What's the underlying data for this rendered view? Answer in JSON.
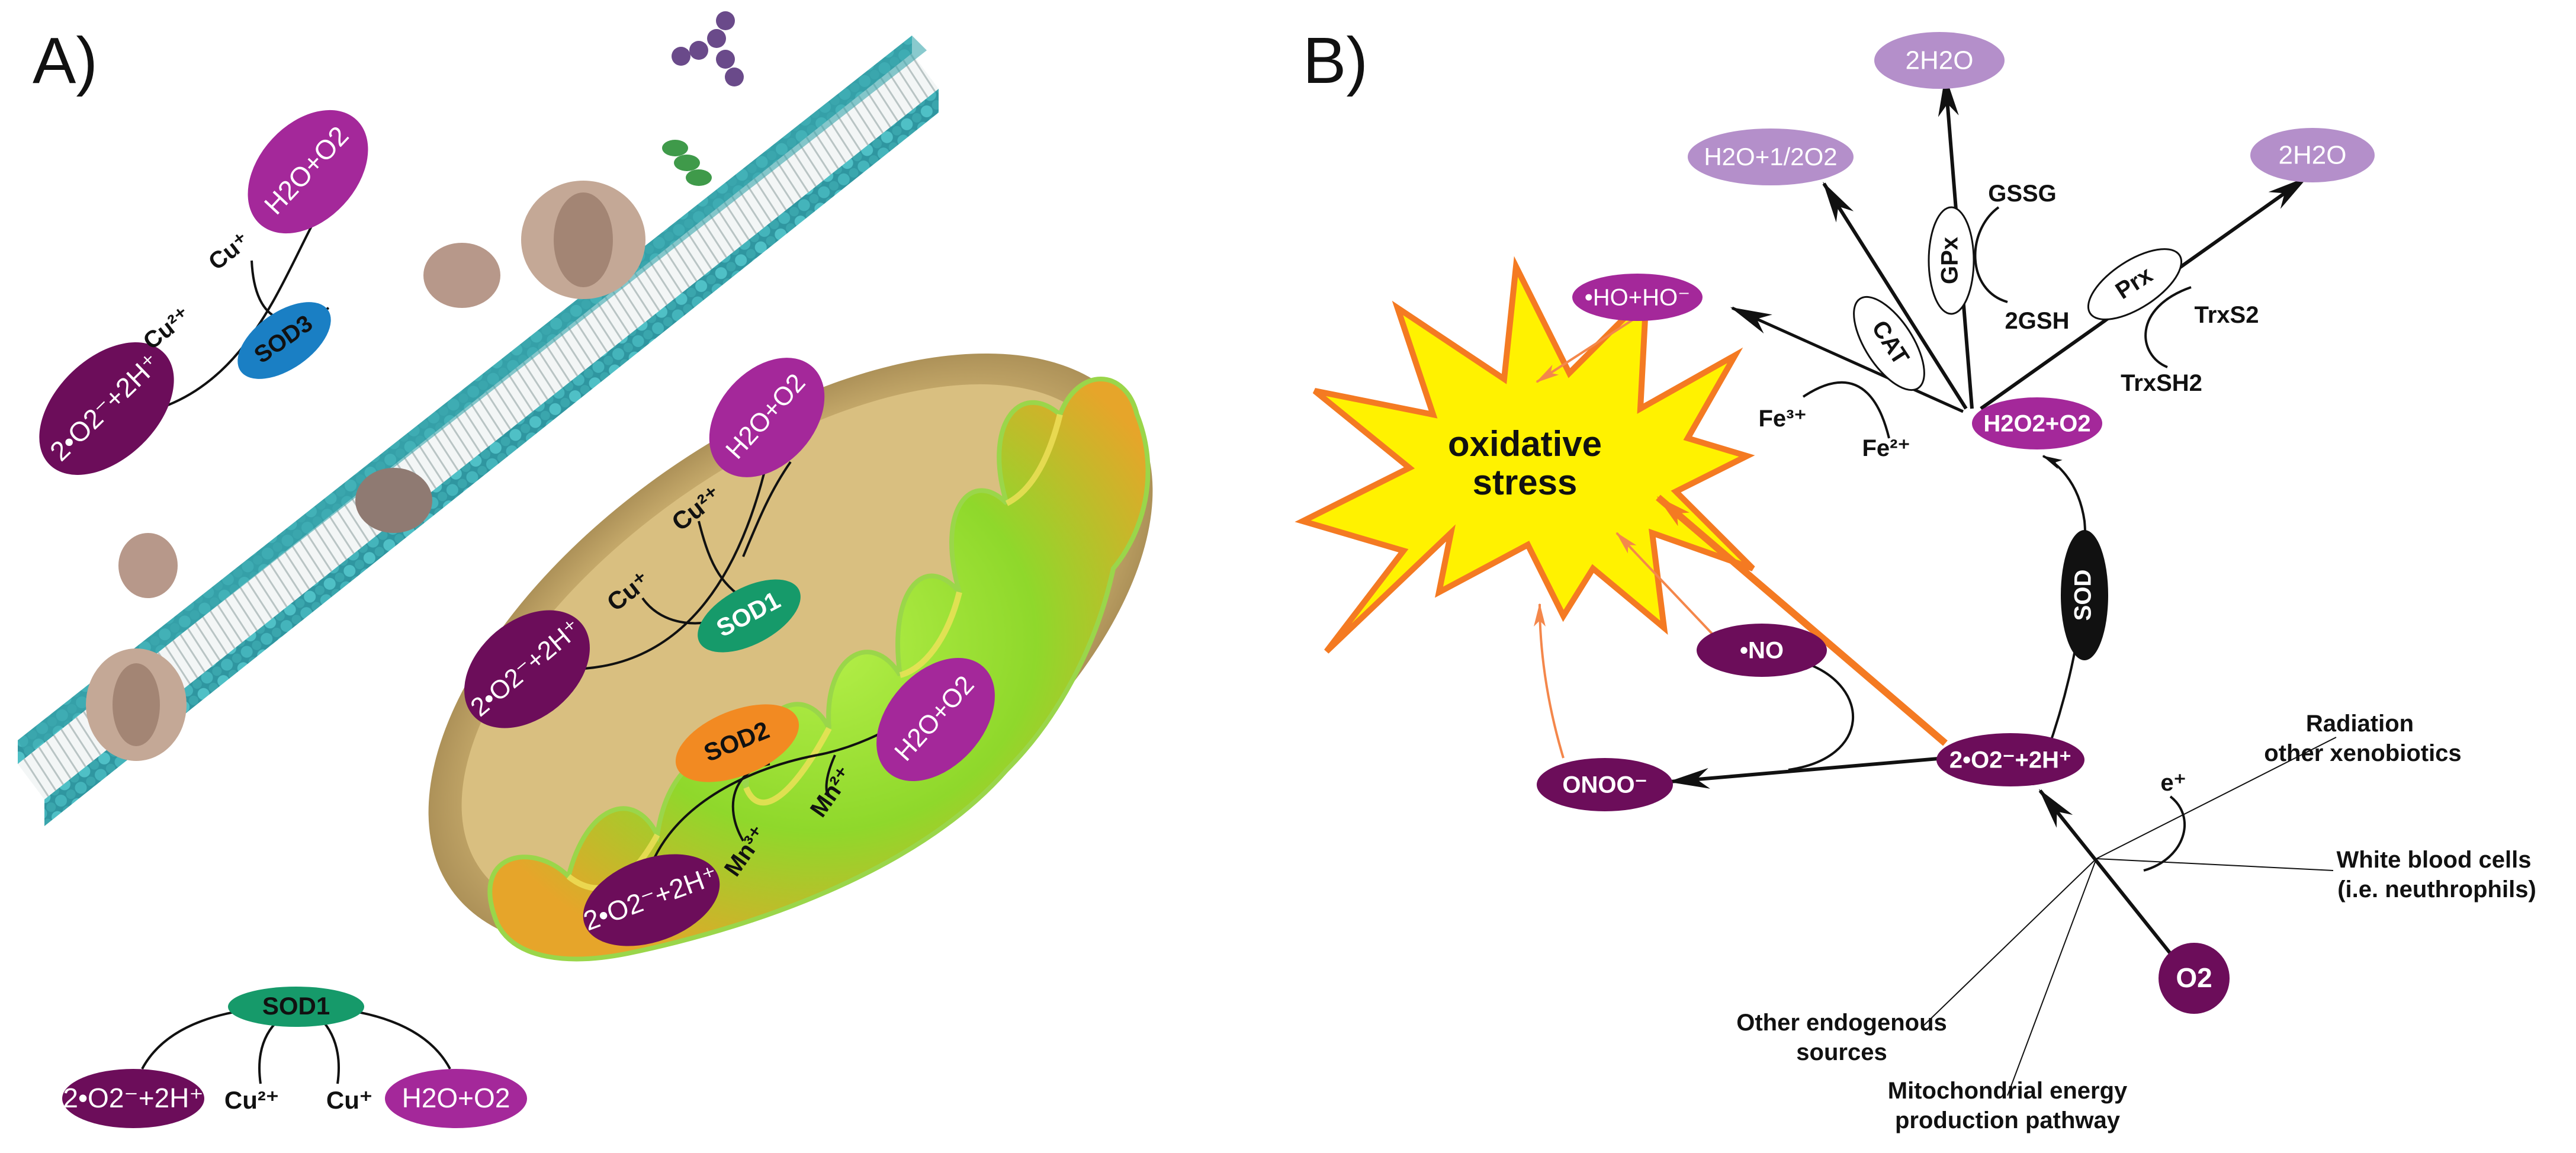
{
  "panels": {
    "a": "A)",
    "b": "B)"
  },
  "colors": {
    "dark_purple": "#6c0d5a",
    "magenta": "#a4289a",
    "lavender": "#b48fca",
    "sod3_blue": "#1a7fc4",
    "sod1_green": "#169a6a",
    "sod2_orange": "#f28a22",
    "burst_yellow": "#fff200",
    "burst_orange": "#f47a22",
    "arrow_orange": "#f4874b",
    "membrane_teal": "#3aa6ad",
    "mito_green": "#9ee22a"
  },
  "panel_a": {
    "sod3": {
      "enzyme": "SOD3",
      "substrate": "2•O2⁻+2H⁺",
      "product": "H2O+O2",
      "cu_plus": "Cu⁺",
      "cu_2plus": "Cu²⁺"
    },
    "sod1_mito": {
      "enzyme": "SOD1",
      "substrate": "2•O2⁻+2H⁺",
      "product": "H2O+O2",
      "cu_plus": "Cu⁺",
      "cu_2plus": "Cu²⁺"
    },
    "sod2": {
      "enzyme": "SOD2",
      "substrate": "2•O2⁻+2H⁺",
      "product": "H2O+O2",
      "mn3": "Mn³⁺",
      "mn2": "Mn²⁺"
    },
    "sod1_bottom": {
      "enzyme": "SOD1",
      "substrate": "2•O2⁻+2H⁺",
      "product": "H2O+O2",
      "cu_2plus": "Cu²⁺",
      "cu_plus": "Cu⁺"
    }
  },
  "panel_b": {
    "stress": {
      "line1": "oxidative",
      "line2": "stress"
    },
    "nodes": {
      "h2o_top": "2H2O",
      "h2o_half": "H2O+1/2O2",
      "h2o_right": "2H2O",
      "ho": "•HO+HO⁻",
      "h2o2": "H2O2+O2",
      "no": "•NO",
      "onoo": "ONOO⁻",
      "superoxide": "2•O2⁻+2H⁺",
      "o2": "O2"
    },
    "enzymes": {
      "cat": "CAT",
      "gpx": "GPx",
      "prx": "Prx",
      "sod": "SOD"
    },
    "cofactors": {
      "gssg": "GSSG",
      "gsh": "2GSH",
      "trxs2": "TrxS2",
      "trxsh2": "TrxSH2",
      "fe3": "Fe³⁺",
      "fe2": "Fe²⁺",
      "e_minus": "e⁺"
    },
    "sources": {
      "radiation_1": "Radiation",
      "radiation_2": "other xenobiotics",
      "wbc_1": "White blood cells",
      "wbc_2": "(i.e. neuthrophils)",
      "endo_1": "Other endogenous",
      "endo_2": "sources",
      "mito_1": "Mitochondrial energy",
      "mito_2": "production pathway"
    }
  }
}
